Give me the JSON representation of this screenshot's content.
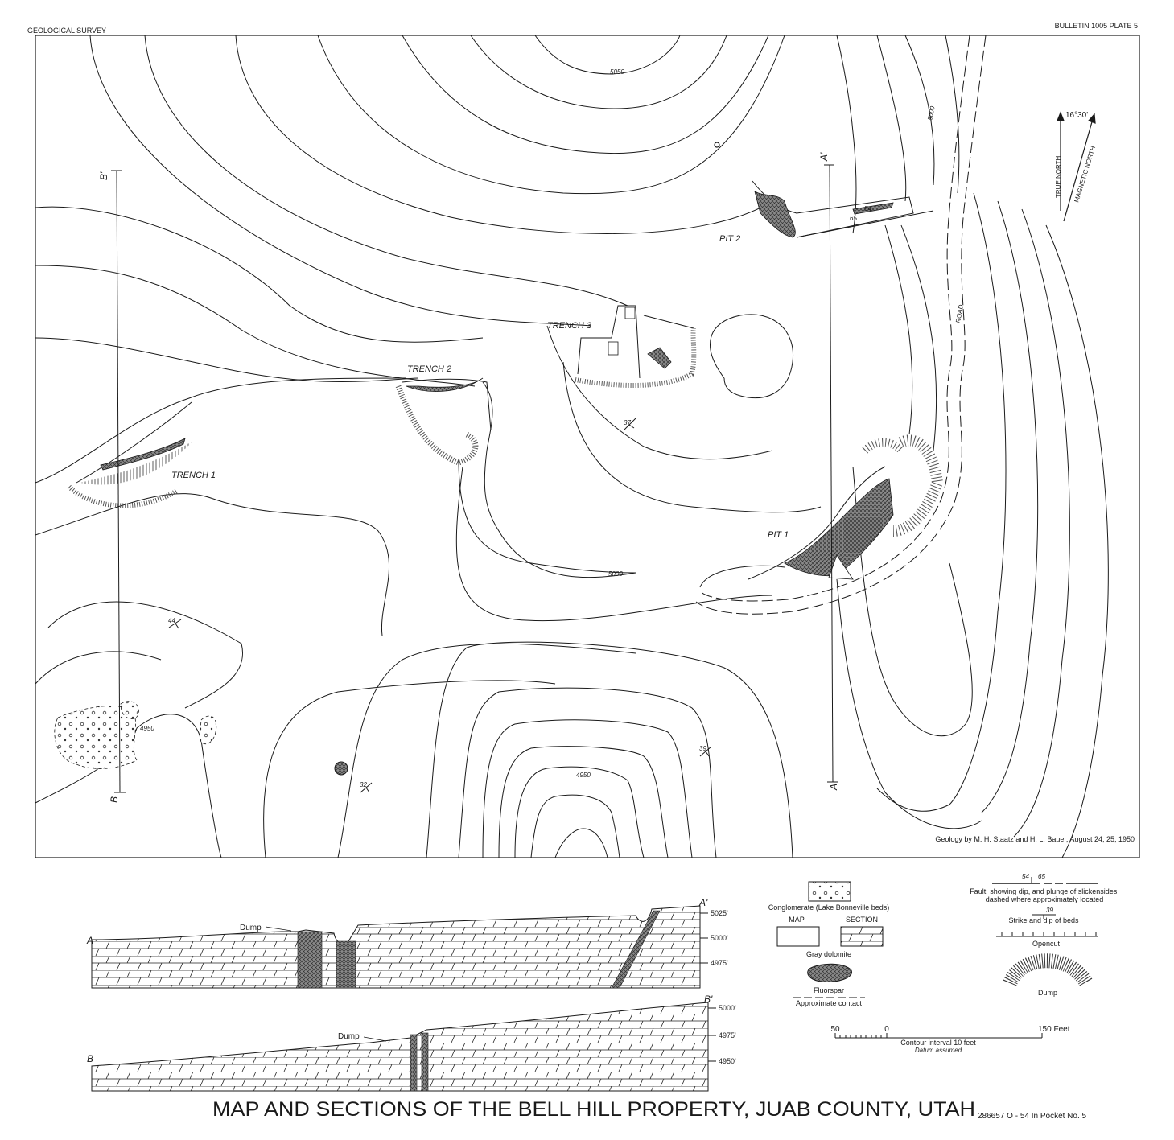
{
  "header": {
    "agency": "GEOLOGICAL SURVEY",
    "plate": "BULLETIN 1005 PLATE 5"
  },
  "title": "MAP AND SECTIONS OF THE BELL HILL PROPERTY, JUAB COUNTY, UTAH",
  "print_code": "286657 O - 54 In Pocket No. 5",
  "credit": "Geology by M. H. Staatz and H. L. Bauer, August 24, 25, 1950",
  "north_arrow": {
    "declination": "16°30'",
    "true_north": "TRUE NORTH",
    "magnetic_north": "MAGNETIC NORTH"
  },
  "features": {
    "trench1": "TRENCH 1",
    "trench2": "TRENCH 2",
    "trench3": "TRENCH 3",
    "pit1": "PIT 1",
    "pit2": "PIT 2",
    "road": "ROAD"
  },
  "contour_labels": {
    "c5050": "5050",
    "c5000_top": "5000",
    "c5000_mid": "5000",
    "c4950_left": "4950",
    "c4950_bottom": "4950"
  },
  "dips": {
    "d37": "37",
    "d44": "44",
    "d39": "39",
    "d32": "32",
    "d65": "65",
    "d54": "54"
  },
  "section_lines": {
    "a": "A",
    "a_prime": "A'",
    "b": "B",
    "b_prime": "B'"
  },
  "sections": {
    "a_dump": "Dump",
    "b_dump": "Dump",
    "a_elev": [
      "5025'",
      "5000'",
      "4975'"
    ],
    "b_elev": [
      "5000'",
      "4975'",
      "4950'"
    ]
  },
  "legend": {
    "conglomerate": "Conglomerate (Lake Bonneville beds)",
    "map_head": "MAP",
    "section_head": "SECTION",
    "gray_dolomite": "Gray dolomite",
    "fluorspar": "Fluorspar",
    "approx_contact": "Approximate contact",
    "fault": "Fault, showing dip, and plunge of slickensides;",
    "fault2": "dashed where approximately located",
    "fault_dip": "54",
    "fault_plunge": "65",
    "strike_dip_value": "39",
    "strike_dip": "Strike and dip of beds",
    "opencut": "Opencut",
    "dump": "Dump"
  },
  "scale": {
    "left": "50",
    "zero": "0",
    "right": "150 Feet",
    "contour_interval": "Contour interval 10 feet",
    "datum": "Datum assumed"
  }
}
